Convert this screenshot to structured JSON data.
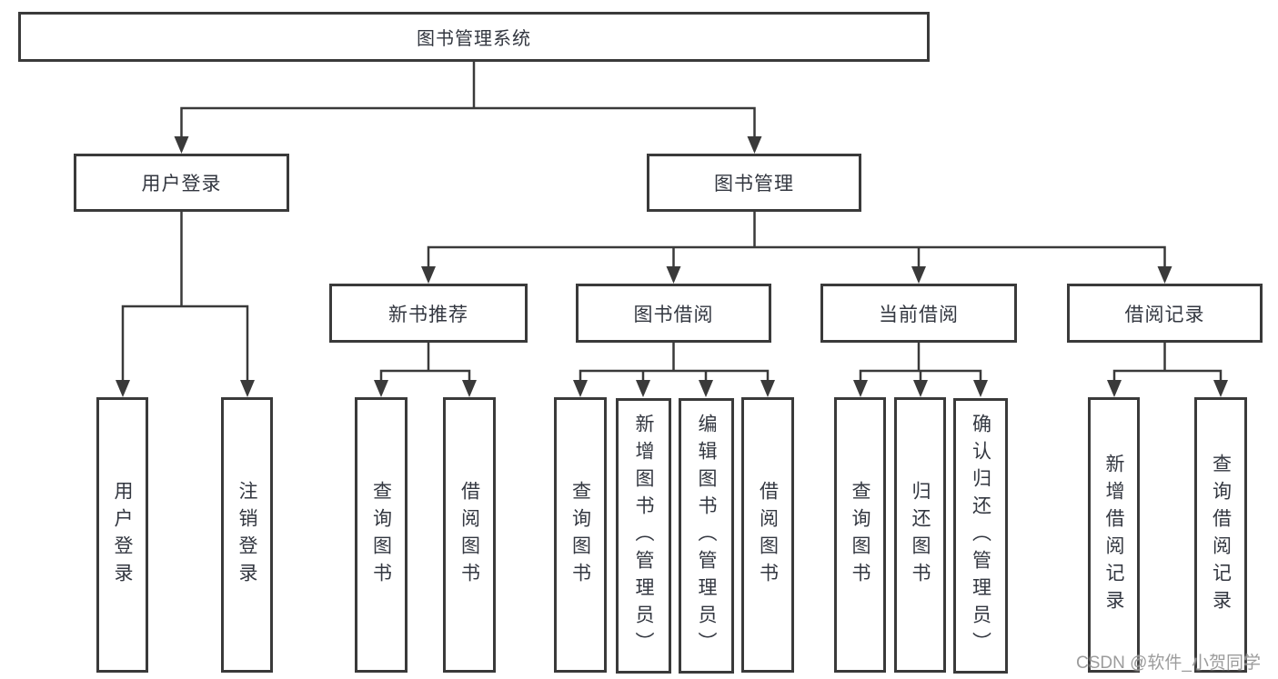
{
  "diagram": {
    "type": "hierarchy-tree",
    "watermark": "CSDN @软件_小贺同学",
    "colors": {
      "line": "#3a3a3a",
      "box_border": "#3a3a3a",
      "box_bg": "#ffffff",
      "text": "#333740",
      "watermark": "#949494"
    },
    "tree": {
      "label": "图书管理系统",
      "children": [
        {
          "label": "用户登录",
          "children": [
            {
              "label": "用户登录"
            },
            {
              "label": "注销登录"
            }
          ]
        },
        {
          "label": "图书管理",
          "children": [
            {
              "label": "新书推荐",
              "children": [
                {
                  "label": "查询图书"
                },
                {
                  "label": "借阅图书"
                }
              ]
            },
            {
              "label": "图书借阅",
              "children": [
                {
                  "label": "查询图书"
                },
                {
                  "label": "新增图书（管理员）"
                },
                {
                  "label": "编辑图书（管理员）"
                },
                {
                  "label": "借阅图书"
                }
              ]
            },
            {
              "label": "当前借阅",
              "children": [
                {
                  "label": "查询图书"
                },
                {
                  "label": "归还图书"
                },
                {
                  "label": "确认归还（管理员）"
                }
              ]
            },
            {
              "label": "借阅记录",
              "children": [
                {
                  "label": "新增借阅记录"
                },
                {
                  "label": "查询借阅记录"
                }
              ]
            }
          ]
        }
      ]
    }
  }
}
